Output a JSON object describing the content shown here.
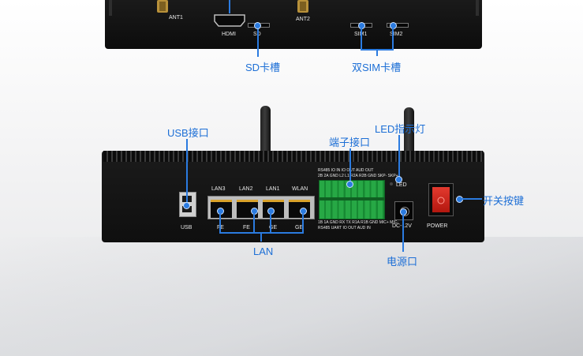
{
  "top_device": {
    "ant1": "ANT1",
    "hdmi": "HDMI",
    "sd": "SD",
    "ant2": "ANT2",
    "sim1": "SIM1",
    "sim2": "SIM2"
  },
  "bottom_device": {
    "usb": "USB",
    "lan_headers": [
      "LAN3",
      "LAN2",
      "LAN1",
      "WLAN"
    ],
    "lan_footers": [
      "FE",
      "FE",
      "GE",
      "GE"
    ],
    "led": "LED",
    "terminal_top_1": "RS485   IO IN   IO OUT          AUD OUT",
    "terminal_top_2": "2B 2A GND L2 L1 R2A R2B GND SKP- SKP+",
    "terminal_bot_1": "1B 1A GND RX TX R1A R1B GND MIC+ MIC-",
    "terminal_bot_2": "RS485    UART   IO OUT         AUD IN",
    "dc": "DC-12V",
    "power": "POWER"
  },
  "callouts": {
    "sd_slot": "SD卡槽",
    "dual_sim": "双SIM卡槽",
    "usb_port": "USB接口",
    "led_indicator": "LED指示灯",
    "terminal": "端子接口",
    "power_switch": "开关按键",
    "lan": "LAN",
    "dc_power": "电源口"
  },
  "colors": {
    "accent": "#2b7be0",
    "device": "#141414",
    "switch": "#d0241c"
  }
}
